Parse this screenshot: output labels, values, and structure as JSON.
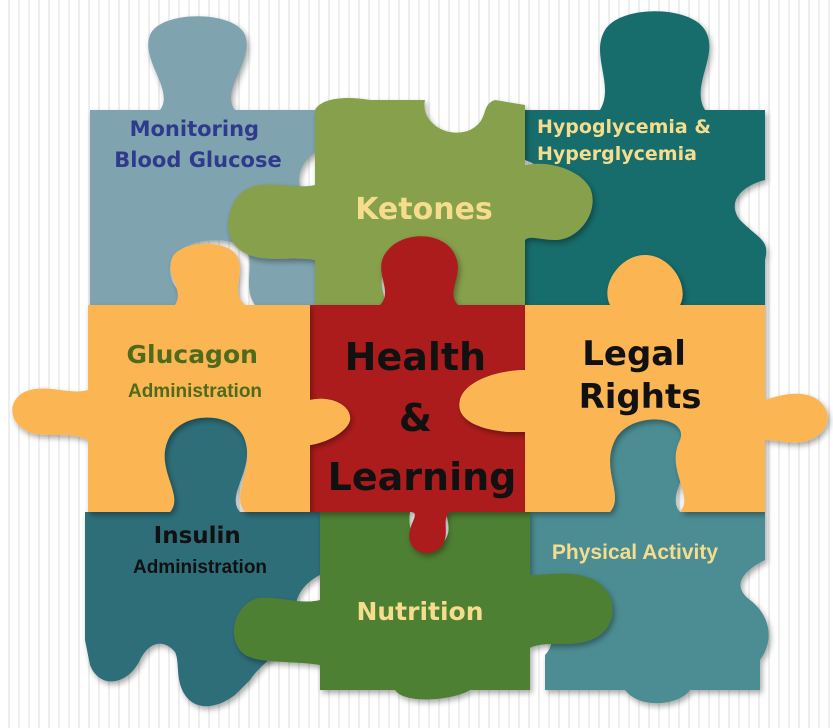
{
  "colors": {
    "top_left": "#7fa4b0",
    "ketones": "#86a04c",
    "top_right": "#166d6c",
    "center": "#ad1a1a",
    "mid_left": "#fbb652",
    "mid_right": "#fbb652",
    "bottom_left": "#2e6e79",
    "nutrition": "#4e8032",
    "bottom_right": "#4b8d93",
    "dark_blue_text": "#2f3a8c",
    "light_text": "#f6dd8e",
    "olive_text": "#4e6a1c",
    "dark_text": "#111111"
  },
  "pieces": {
    "monitoring": {
      "line1": "Monitoring",
      "line2": "Blood Glucose"
    },
    "ketones": {
      "label": "Ketones"
    },
    "hypo": {
      "line1": "Hypoglycemia &",
      "line2": "Hyperglycemia"
    },
    "glucagon": {
      "line1": "Glucagon",
      "line2": "Administration"
    },
    "center": {
      "line1": "Health",
      "line2": "&",
      "line3": "Learning"
    },
    "legal": {
      "line1": "Legal",
      "line2": "Rights"
    },
    "insulin": {
      "line1": "Insulin",
      "line2": "Administration"
    },
    "nutrition": {
      "label": "Nutrition"
    },
    "physical": {
      "label": "Physical Activity"
    }
  }
}
